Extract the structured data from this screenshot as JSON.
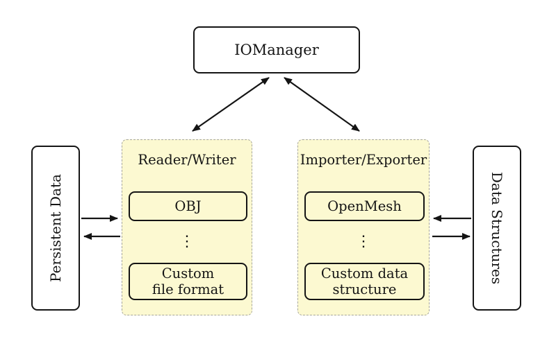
{
  "colors": {
    "background": "#ffffff",
    "group_fill": "#fcf9d1",
    "group_border": "#a6a69a",
    "node_border": "#141414",
    "arrow": "#141414"
  },
  "io_manager": {
    "label": "IOManager"
  },
  "persistent_data": {
    "label": "Persistent Data"
  },
  "data_structures": {
    "label": "Data Structures"
  },
  "reader_writer": {
    "title": "Reader/Writer",
    "top_item": "OBJ",
    "ellipsis": "⋮",
    "bottom_item_line1": "Custom",
    "bottom_item_line2": "file format"
  },
  "importer_exporter": {
    "title": "Importer/Exporter",
    "top_item": "OpenMesh",
    "ellipsis": "⋮",
    "bottom_item_line1": "Custom data",
    "bottom_item_line2": "structure"
  }
}
